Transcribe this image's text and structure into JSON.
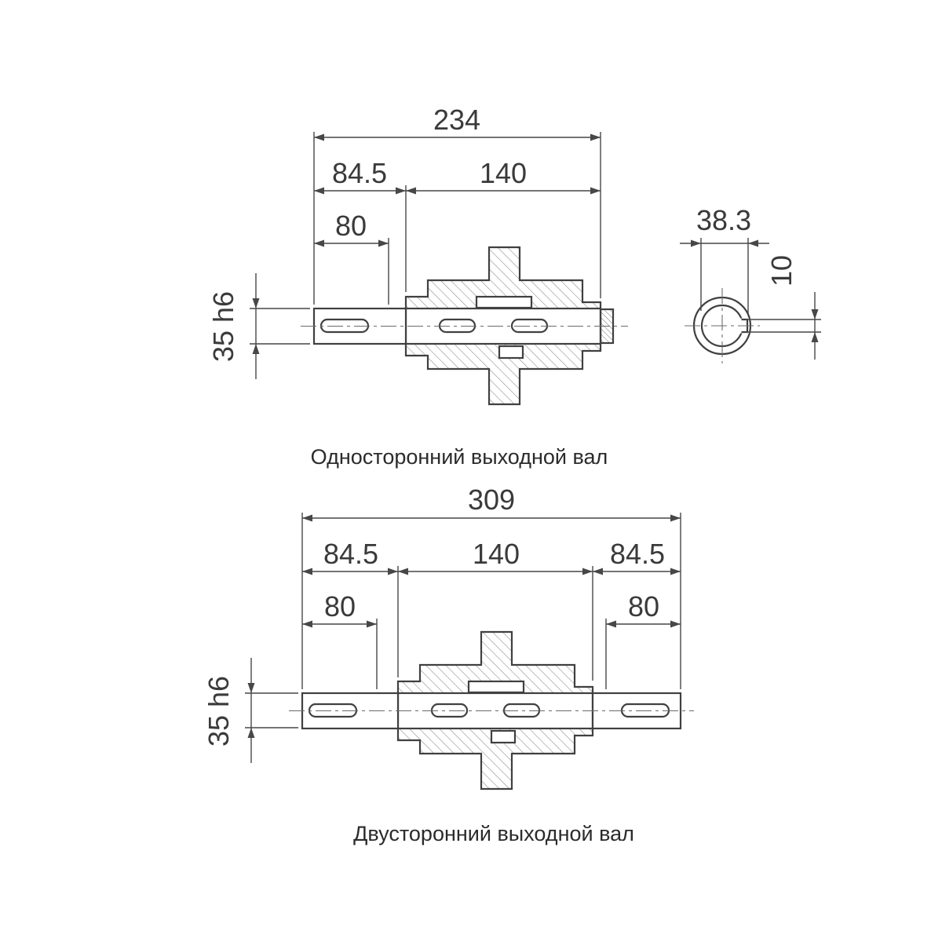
{
  "drawing1": {
    "caption": "Односторонний выходной вал",
    "dim_overall": "234",
    "dim_left": "84.5",
    "dim_center": "140",
    "dim_key": "80",
    "dim_section_width": "38.3",
    "dim_key_width": "10",
    "dim_shaft": "35 h6"
  },
  "drawing2": {
    "caption": "Двусторонний выходной вал",
    "dim_overall": "309",
    "dim_left": "84.5",
    "dim_center": "140",
    "dim_right": "84.5",
    "dim_key_left": "80",
    "dim_key_right": "80",
    "dim_shaft": "35 h6"
  },
  "colors": {
    "line": "#404040",
    "dimension": "#474747",
    "hatch": "#8f8f8f",
    "text": "#3a3a3a",
    "background": "#ffffff"
  }
}
